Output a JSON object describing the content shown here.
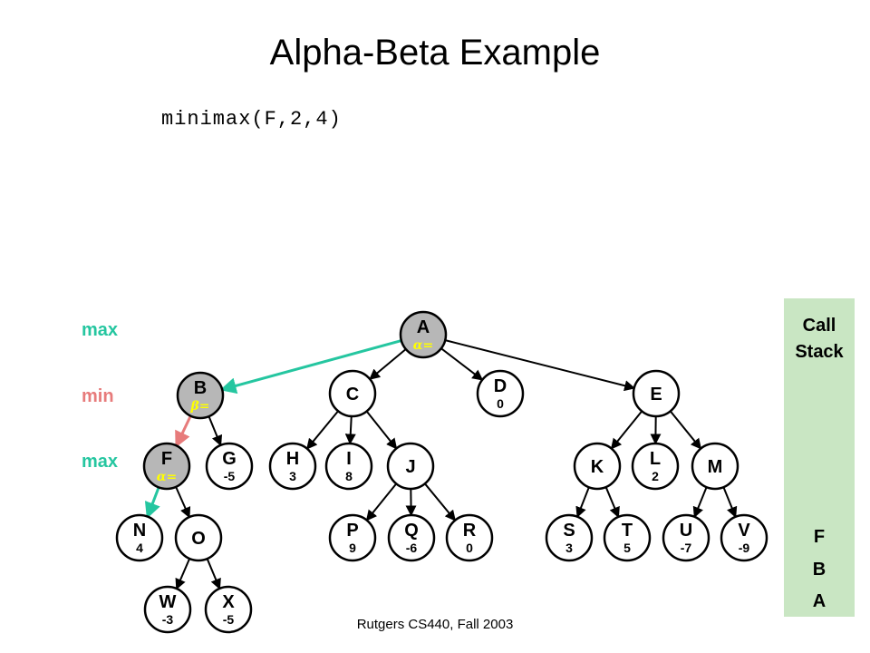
{
  "title": "Alpha-Beta Example",
  "call": "minimax(F,2,4)",
  "footer": "Rutgers CS440, Fall 2003",
  "levels": {
    "max1": "max",
    "min": "min",
    "max2": "max"
  },
  "call_stack": {
    "title": "Call\nStack",
    "items": [
      "F",
      "B",
      "A"
    ]
  },
  "colors": {
    "active_node": "#b7b7b7",
    "max_edge": "#25c6a0",
    "min_edge": "#e77b7b",
    "alpha_beta_text": "#ffff00",
    "stack_bg": "#c9e6c3"
  },
  "tree": {
    "nodes": [
      {
        "id": "A",
        "label": "A",
        "value": "α=",
        "active": true
      },
      {
        "id": "B",
        "label": "B",
        "value": "β=",
        "active": true
      },
      {
        "id": "C",
        "label": "C",
        "value": ""
      },
      {
        "id": "D",
        "label": "D",
        "value": "0"
      },
      {
        "id": "E",
        "label": "E",
        "value": ""
      },
      {
        "id": "F",
        "label": "F",
        "value": "α=",
        "active": true
      },
      {
        "id": "G",
        "label": "G",
        "value": "-5"
      },
      {
        "id": "H",
        "label": "H",
        "value": "3"
      },
      {
        "id": "I",
        "label": "I",
        "value": "8"
      },
      {
        "id": "J",
        "label": "J",
        "value": ""
      },
      {
        "id": "K",
        "label": "K",
        "value": ""
      },
      {
        "id": "L",
        "label": "L",
        "value": "2"
      },
      {
        "id": "M",
        "label": "M",
        "value": ""
      },
      {
        "id": "N",
        "label": "N",
        "value": "4"
      },
      {
        "id": "O",
        "label": "O",
        "value": ""
      },
      {
        "id": "P",
        "label": "P",
        "value": "9"
      },
      {
        "id": "Q",
        "label": "Q",
        "value": "-6"
      },
      {
        "id": "R",
        "label": "R",
        "value": "0"
      },
      {
        "id": "S",
        "label": "S",
        "value": "3"
      },
      {
        "id": "T",
        "label": "T",
        "value": "5"
      },
      {
        "id": "U",
        "label": "U",
        "value": "-7"
      },
      {
        "id": "V",
        "label": "V",
        "value": "-9"
      },
      {
        "id": "W",
        "label": "W",
        "value": "-3"
      },
      {
        "id": "X",
        "label": "X",
        "value": "-5"
      }
    ],
    "edges": [
      {
        "from": "A",
        "to": "B",
        "highlight": "max"
      },
      {
        "from": "A",
        "to": "C"
      },
      {
        "from": "A",
        "to": "D"
      },
      {
        "from": "A",
        "to": "E"
      },
      {
        "from": "B",
        "to": "F",
        "highlight": "min"
      },
      {
        "from": "B",
        "to": "G"
      },
      {
        "from": "C",
        "to": "H"
      },
      {
        "from": "C",
        "to": "I"
      },
      {
        "from": "C",
        "to": "J"
      },
      {
        "from": "E",
        "to": "K"
      },
      {
        "from": "E",
        "to": "L"
      },
      {
        "from": "E",
        "to": "M"
      },
      {
        "from": "F",
        "to": "N",
        "highlight": "max"
      },
      {
        "from": "F",
        "to": "O"
      },
      {
        "from": "J",
        "to": "P"
      },
      {
        "from": "J",
        "to": "Q"
      },
      {
        "from": "J",
        "to": "R"
      },
      {
        "from": "K",
        "to": "S"
      },
      {
        "from": "K",
        "to": "T"
      },
      {
        "from": "M",
        "to": "U"
      },
      {
        "from": "M",
        "to": "V"
      },
      {
        "from": "O",
        "to": "W"
      },
      {
        "from": "O",
        "to": "X"
      }
    ]
  }
}
